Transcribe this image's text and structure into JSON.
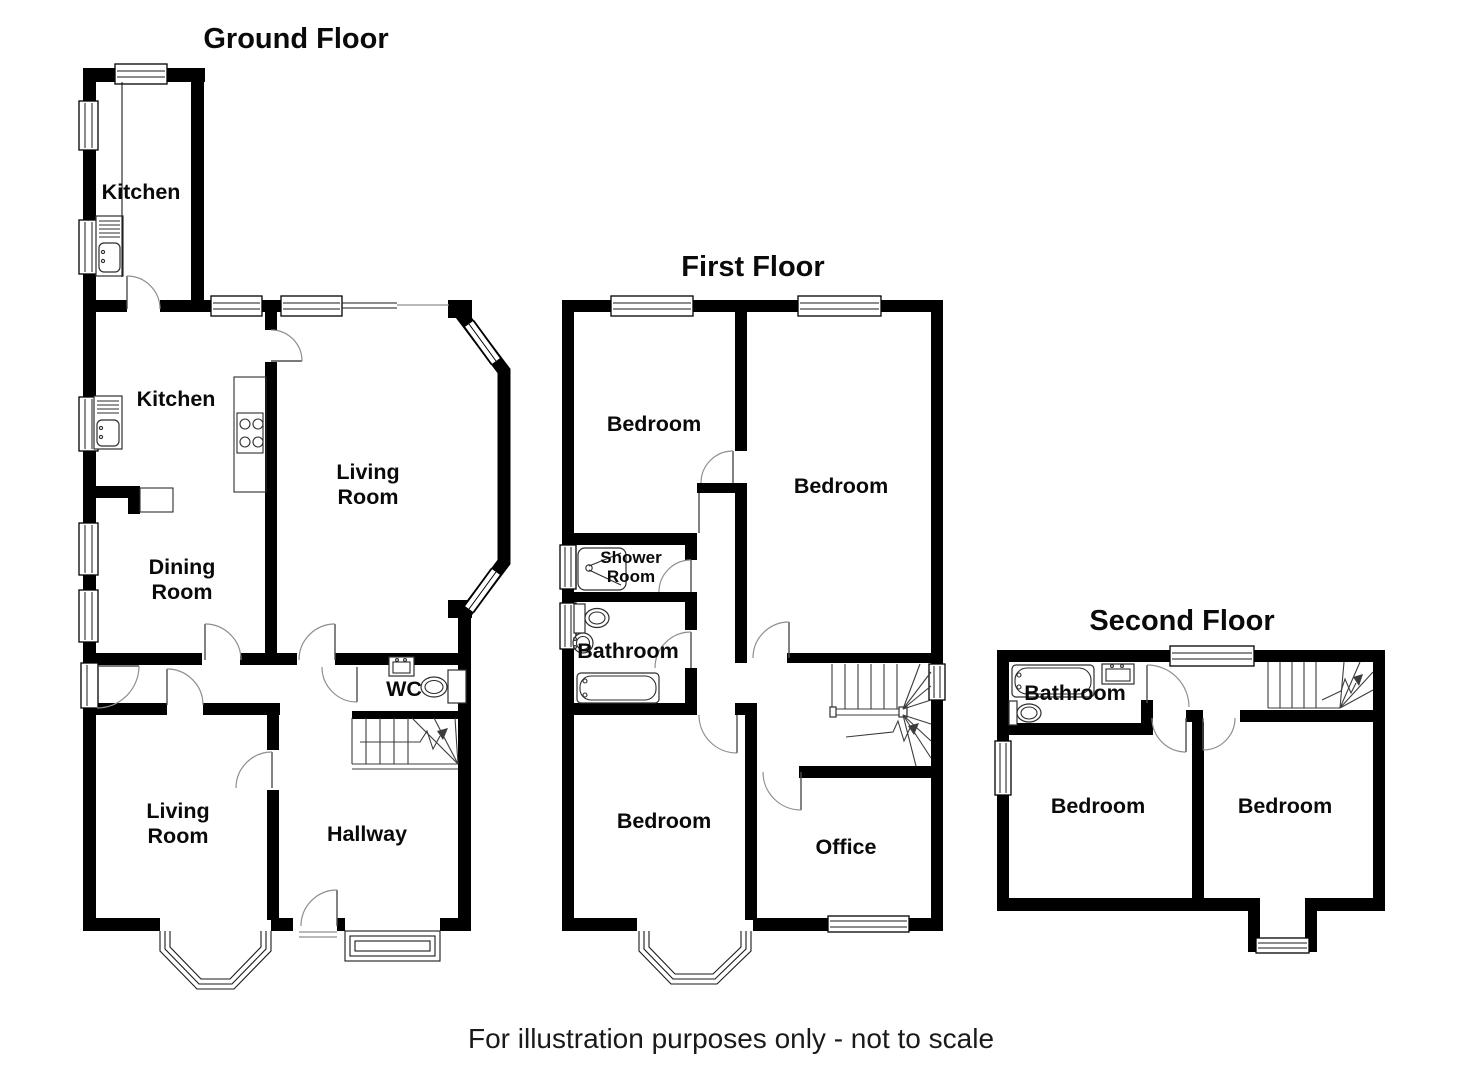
{
  "page": {
    "disclaimer": "For illustration purposes only - not to scale"
  },
  "colors": {
    "wall": "#000000",
    "fixture_line": "#2e2e2e",
    "door_arc": "#8f8f8f",
    "background": "#ffffff",
    "text": "#0a0a0a"
  },
  "floors": [
    {
      "title": "Ground Floor",
      "rooms": [
        {
          "label": [
            "Kitchen"
          ]
        },
        {
          "label": [
            "Kitchen"
          ]
        },
        {
          "label": [
            "Living",
            "Room"
          ]
        },
        {
          "label": [
            "Dining",
            "Room"
          ]
        },
        {
          "label": [
            "WC"
          ]
        },
        {
          "label": [
            "Living",
            "Room"
          ]
        },
        {
          "label": [
            "Hallway"
          ]
        }
      ]
    },
    {
      "title": "First Floor",
      "rooms": [
        {
          "label": [
            "Bedroom"
          ]
        },
        {
          "label": [
            "Bedroom"
          ]
        },
        {
          "label": [
            "Shower",
            "Room"
          ]
        },
        {
          "label": [
            "Bathroom"
          ]
        },
        {
          "label": [
            "Bedroom"
          ]
        },
        {
          "label": [
            "Office"
          ]
        }
      ]
    },
    {
      "title": "Second Floor",
      "rooms": [
        {
          "label": [
            "Bathroom"
          ]
        },
        {
          "label": [
            "Bedroom"
          ]
        },
        {
          "label": [
            "Bedroom"
          ]
        }
      ]
    }
  ]
}
